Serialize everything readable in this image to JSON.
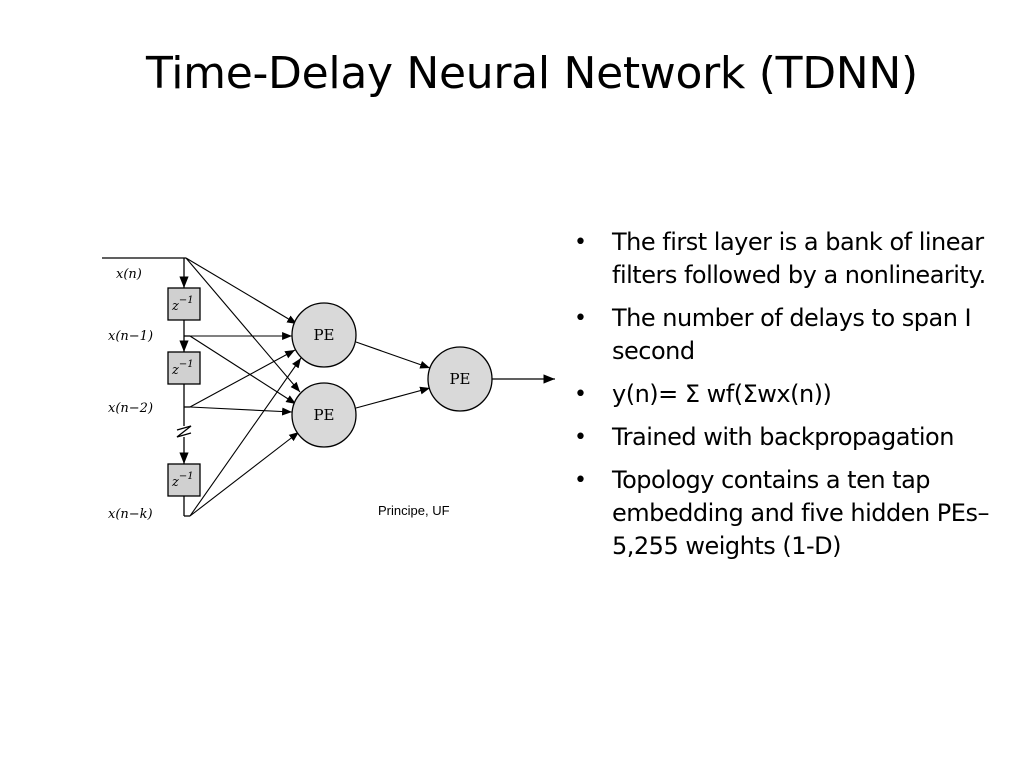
{
  "slide": {
    "title": "Time-Delay Neural Network (TDNN)",
    "credit": "Principe, UF",
    "bullet_symbol": "•",
    "bullets": [
      "The first layer is a bank of linear filters followed by a nonlinearity.",
      "The number of delays to span I second",
      "y(n)= Σ wf(Σwx(n))",
      "Trained with backpropagation",
      "Topology contains a ten tap embedding and five hidden PEs– 5,255 weights (1-D)"
    ]
  },
  "diagram": {
    "inputs": [
      "x(n)",
      "x(n−1)",
      "x(n−2)",
      "x(n−k)"
    ],
    "delay_label": "z",
    "delay_exponent": "−1",
    "hidden_nodes": [
      "PE",
      "PE"
    ],
    "output_node": "PE",
    "colors": {
      "node_fill": "#d9d9d9",
      "box_fill": "#d0d0d0",
      "stroke": "#000000"
    }
  }
}
